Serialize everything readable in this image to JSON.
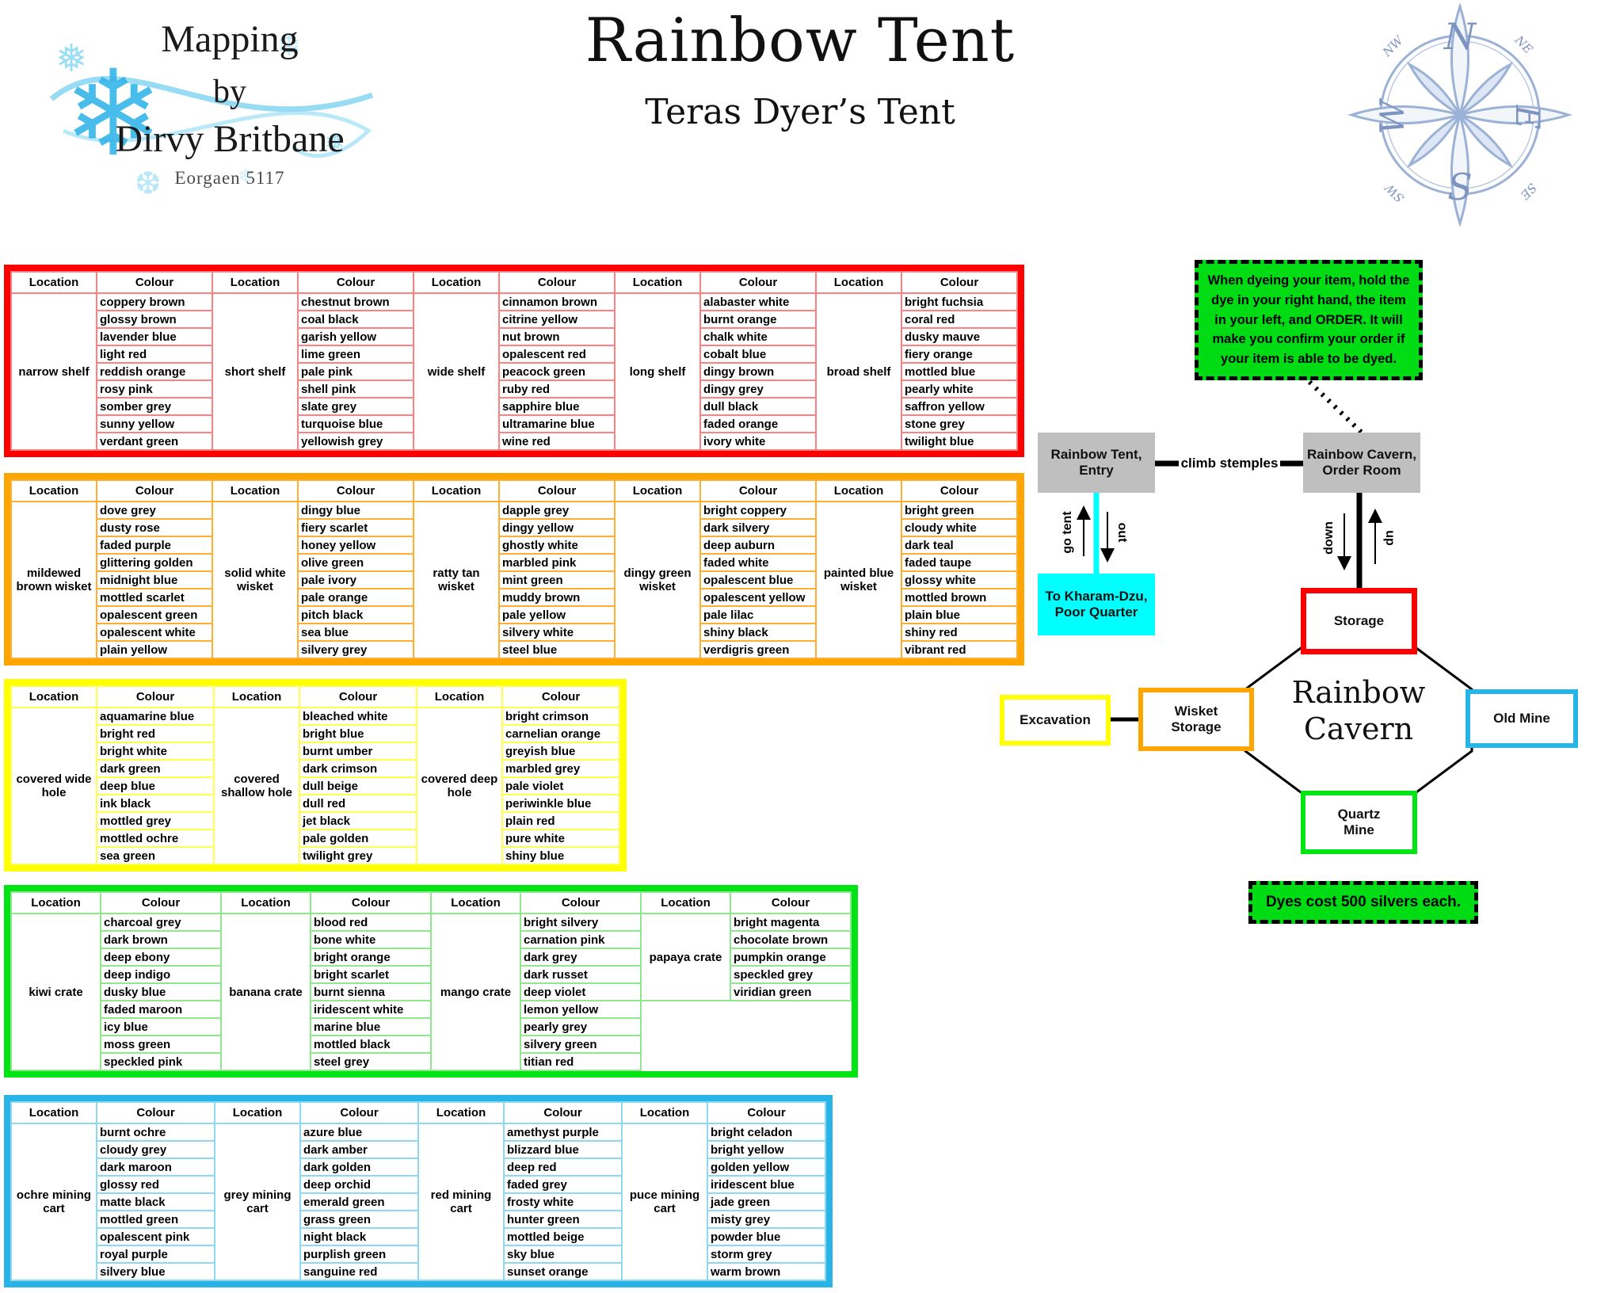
{
  "header": {
    "logo": {
      "line1": "Mapping",
      "line2": "by",
      "line3": "Dirvy Britbane",
      "line4": "Eorgaen 5117"
    },
    "title": "Rainbow Tent",
    "subtitle": "Teras Dyer’s Tent",
    "compass": {
      "n": "N",
      "e": "E",
      "s": "S",
      "w": "W",
      "ne": "NE",
      "se": "SE",
      "sw": "SW",
      "nw": "NW"
    }
  },
  "table_headers": {
    "location": "Location",
    "colour": "Colour"
  },
  "tables": [
    {
      "id": "shelves",
      "accent": "#FF0000",
      "grid": "#FF8080",
      "groups": [
        {
          "location": "narrow shelf",
          "colours": [
            "coppery brown",
            "glossy brown",
            "lavender blue",
            "light red",
            "reddish orange",
            "rosy pink",
            "somber grey",
            "sunny yellow",
            "verdant green"
          ]
        },
        {
          "location": "short shelf",
          "colours": [
            "chestnut brown",
            "coal black",
            "garish yellow",
            "lime green",
            "pale pink",
            "shell pink",
            "slate grey",
            "turquoise blue",
            "yellowish grey"
          ]
        },
        {
          "location": "wide shelf",
          "colours": [
            "cinnamon brown",
            "citrine yellow",
            "nut brown",
            "opalescent red",
            "peacock green",
            "ruby red",
            "sapphire blue",
            "ultramarine blue",
            "wine red"
          ]
        },
        {
          "location": "long shelf",
          "colours": [
            "alabaster white",
            "burnt orange",
            "chalk white",
            "cobalt blue",
            "dingy brown",
            "dingy grey",
            "dull black",
            "faded orange",
            "ivory white"
          ]
        },
        {
          "location": "broad shelf",
          "colours": [
            "bright fuchsia",
            "coral red",
            "dusky mauve",
            "fiery orange",
            "mottled blue",
            "pearly white",
            "saffron yellow",
            "stone grey",
            "twilight blue"
          ]
        }
      ]
    },
    {
      "id": "wiskets",
      "accent": "#FFA500",
      "grid": "#FFAD33",
      "groups": [
        {
          "location": "mildewed brown wisket",
          "colours": [
            "dove grey",
            "dusty rose",
            "faded purple",
            "glittering golden",
            "midnight blue",
            "mottled scarlet",
            "opalescent green",
            "opalescent white",
            "plain yellow"
          ]
        },
        {
          "location": "solid white wisket",
          "colours": [
            "dingy blue",
            "fiery scarlet",
            "honey yellow",
            "olive green",
            "pale ivory",
            "pale orange",
            "pitch black",
            "sea blue",
            "silvery grey"
          ]
        },
        {
          "location": "ratty tan wisket",
          "colours": [
            "dapple grey",
            "dingy yellow",
            "ghostly white",
            "marbled pink",
            "mint green",
            "muddy brown",
            "pale yellow",
            "silvery white",
            "steel blue"
          ]
        },
        {
          "location": "dingy green wisket",
          "colours": [
            "bright coppery",
            "dark silvery",
            "deep auburn",
            "faded white",
            "opalescent blue",
            "opalescent yellow",
            "pale lilac",
            "shiny black",
            "verdigris green"
          ]
        },
        {
          "location": "painted blue wisket",
          "colours": [
            "bright green",
            "cloudy white",
            "dark teal",
            "faded taupe",
            "glossy white",
            "mottled brown",
            "plain blue",
            "shiny red",
            "vibrant red"
          ]
        }
      ]
    },
    {
      "id": "holes",
      "accent": "#FFFF00",
      "grid": "#FFFF4D",
      "groups": [
        {
          "location": "covered wide hole",
          "colours": [
            "aquamarine blue",
            "bright red",
            "bright white",
            "dark green",
            "deep blue",
            "ink black",
            "mottled grey",
            "mottled ochre",
            "sea green"
          ]
        },
        {
          "location": "covered shallow hole",
          "colours": [
            "bleached white",
            "bright blue",
            "burnt umber",
            "dark crimson",
            "dull beige",
            "dull red",
            "jet black",
            "pale golden",
            "twilight grey"
          ]
        },
        {
          "location": "covered deep hole",
          "colours": [
            "bright crimson",
            "carnelian orange",
            "greyish blue",
            "marbled grey",
            "pale violet",
            "periwinkle blue",
            "plain red",
            "pure white",
            "shiny blue"
          ]
        }
      ]
    },
    {
      "id": "crates",
      "accent": "#00E414",
      "grid": "#8FE78F",
      "groups": [
        {
          "location": "kiwi crate",
          "colours": [
            "charcoal grey",
            "dark brown",
            "deep ebony",
            "deep indigo",
            "dusky blue",
            "faded maroon",
            "icy blue",
            "moss green",
            "speckled pink"
          ]
        },
        {
          "location": "banana crate",
          "colours": [
            "blood red",
            "bone white",
            "bright orange",
            "bright scarlet",
            "burnt sienna",
            "iridescent white",
            "marine blue",
            "mottled black",
            "steel grey"
          ]
        },
        {
          "location": "mango crate",
          "colours": [
            "bright silvery",
            "carnation pink",
            "dark grey",
            "dark russet",
            "deep violet",
            "lemon yellow",
            "pearly grey",
            "silvery green",
            "titian red"
          ]
        },
        {
          "location": "papaya crate",
          "colours": [
            "bright magenta",
            "chocolate brown",
            "pumpkin orange",
            "speckled grey",
            "viridian green"
          ]
        }
      ]
    },
    {
      "id": "carts",
      "accent": "#29B4E8",
      "grid": "#8ED9F2",
      "groups": [
        {
          "location": "ochre mining cart",
          "colours": [
            "burnt ochre",
            "cloudy grey",
            "dark maroon",
            "glossy red",
            "matte black",
            "mottled green",
            "opalescent pink",
            "royal purple",
            "silvery blue"
          ]
        },
        {
          "location": "grey mining cart",
          "colours": [
            "azure blue",
            "dark amber",
            "dark golden",
            "deep orchid",
            "emerald green",
            "grass green",
            "night black",
            "purplish green",
            "sanguine red"
          ]
        },
        {
          "location": "red mining cart",
          "colours": [
            "amethyst purple",
            "blizzard blue",
            "deep red",
            "faded grey",
            "frosty white",
            "hunter green",
            "mottled beige",
            "sky blue",
            "sunset orange"
          ]
        },
        {
          "location": "puce mining cart",
          "colours": [
            "bright celadon",
            "bright yellow",
            "golden yellow",
            "iridescent blue",
            "jade green",
            "misty grey",
            "powder blue",
            "storm grey",
            "warm brown"
          ]
        }
      ]
    }
  ],
  "diagram": {
    "note_dyeing": "When dyeing your item, hold the dye in your right hand, the item in your left, and ORDER.  It will make you confirm your order if your item is able to be dyed.",
    "note_cost": "Dyes cost 500 silvers each.",
    "entry": {
      "l1": "Rainbow Tent,",
      "l2": "Entry"
    },
    "order": {
      "l1": "Rainbow Cavern,",
      "l2": "Order Room"
    },
    "kharam": {
      "l1": "To Kharam-Dzu,",
      "l2": "Poor Quarter"
    },
    "storage": "Storage",
    "wisket": {
      "l1": "Wisket",
      "l2": "Storage"
    },
    "excavation": "Excavation",
    "old_mine": "Old Mine",
    "quartz": {
      "l1": "Quartz",
      "l2": "Mine"
    },
    "cavern": {
      "l1": "Rainbow",
      "l2": "Cavern"
    },
    "edges": {
      "climb": "climb stemples",
      "go_tent": "go tent",
      "out": "out",
      "down": "down",
      "up": "up"
    }
  },
  "colors": {
    "red": "#FF0000",
    "red_grid": "#FF8080",
    "orange": "#FFA500",
    "orange_grid": "#FFAD33",
    "yellow": "#FFFF00",
    "yellow_grid": "#FFFF4D",
    "green": "#00E414",
    "green_grid": "#8FE78F",
    "blue": "#29B4E8",
    "blue_grid": "#8ED9F2",
    "node_grey": "#BFBFBF",
    "cyan": "#00FFFF",
    "note_green": "#00DC14",
    "compass_blue": "#9BB2D6",
    "logo_blue": "#35B5E8"
  }
}
